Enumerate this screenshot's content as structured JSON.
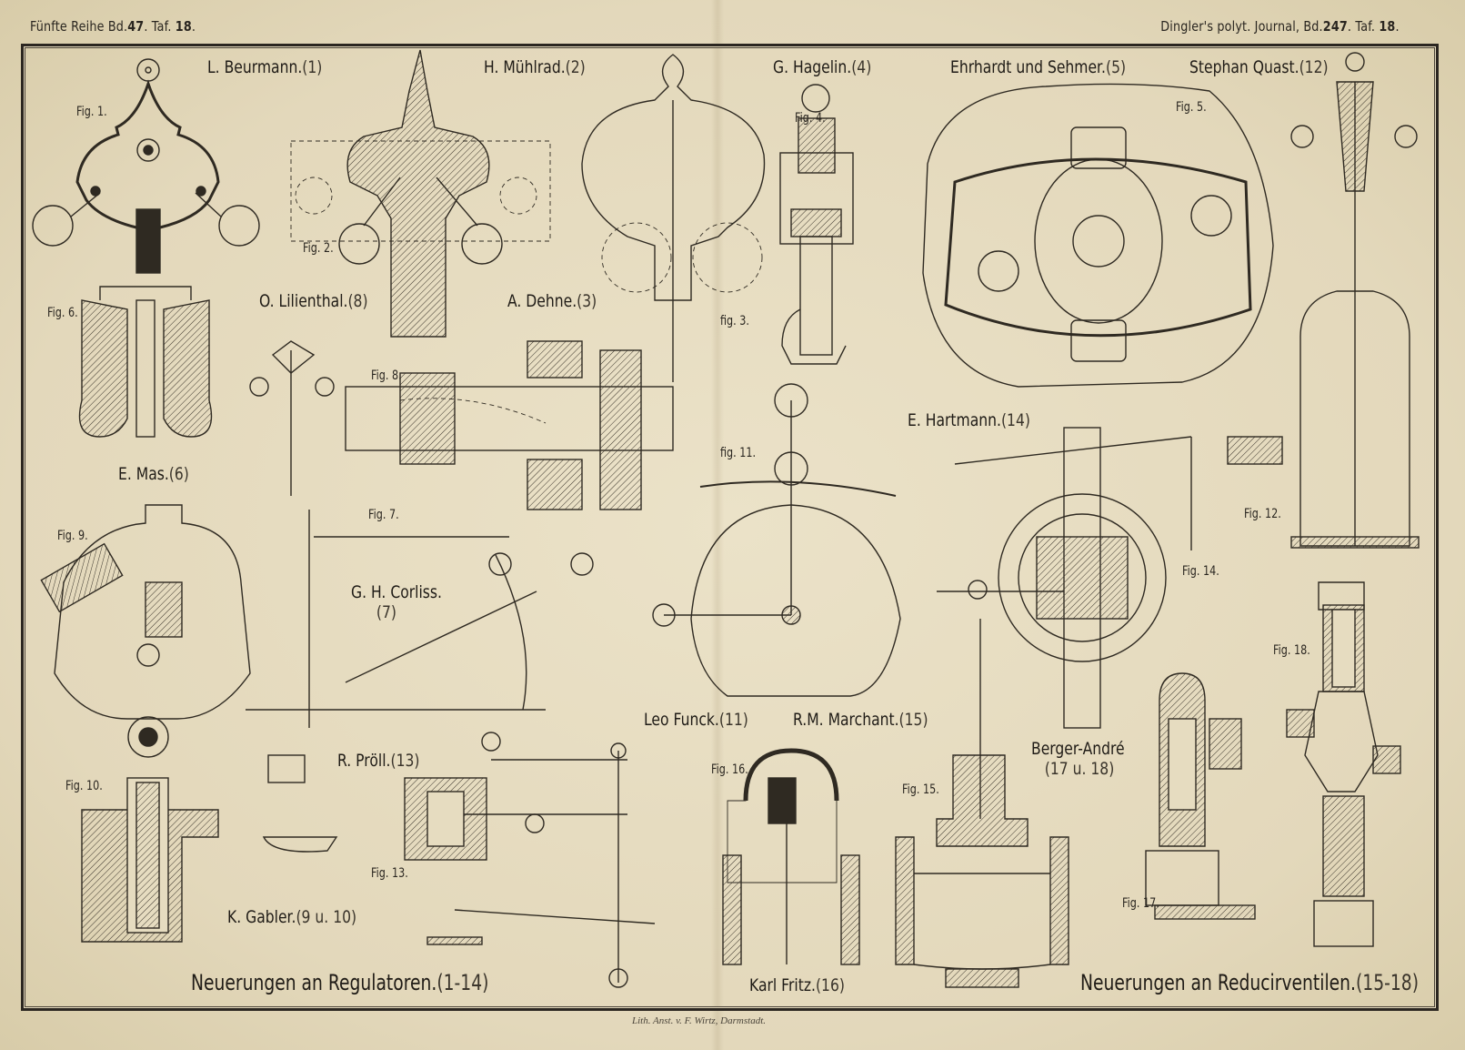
{
  "header": {
    "left": {
      "prefix": "Fünfte Reihe  Bd.",
      "volume": "47",
      "mid": ". Taf. ",
      "plate": "18",
      "suffix": "."
    },
    "right": {
      "prefix": "Dingler's  polyt. Journal, Bd.",
      "volume": "247",
      "mid": ". Taf. ",
      "plate": "18",
      "suffix": "."
    }
  },
  "inventors": [
    {
      "name": "L. Beurmann.",
      "ref": "(1)"
    },
    {
      "name": "H. Mühlrad.",
      "ref": "(2)"
    },
    {
      "name": "G. Hagelin.",
      "ref": "(4)"
    },
    {
      "name": "Ehrhardt und Sehmer.",
      "ref": "(5)"
    },
    {
      "name": "Stephan Quast.",
      "ref": "(12)"
    },
    {
      "name": "O. Lilienthal.",
      "ref": "(8)"
    },
    {
      "name": "A. Dehne.",
      "ref": "(3)"
    },
    {
      "name": "E. Hartmann.",
      "ref": "(14)"
    },
    {
      "name": "E. Mas.",
      "ref": "(6)"
    },
    {
      "name": "G. H. Corliss.",
      "ref": "(7)"
    },
    {
      "name": "Leo Funck.",
      "ref": "(11)"
    },
    {
      "name": "R.M. Marchant.",
      "ref": "(15)"
    },
    {
      "name": "Berger-André",
      "ref": "(17 u. 18)"
    },
    {
      "name": "R. Pröll.",
      "ref": "(13)"
    },
    {
      "name": "K. Gabler.",
      "ref": "(9 u. 10)"
    },
    {
      "name": "Karl Fritz.",
      "ref": "(16)"
    }
  ],
  "figures": [
    "Fig. 1.",
    "Fig. 2.",
    "fig. 3.",
    "Fig. 4.",
    "Fig. 5.",
    "Fig. 6.",
    "Fig. 7.",
    "Fig. 8.",
    "Fig. 9.",
    "Fig. 10.",
    "fig. 11.",
    "Fig. 12.",
    "Fig. 13.",
    "Fig. 14.",
    "Fig. 15.",
    "Fig. 16.",
    "Fig. 17.",
    "Fig. 18."
  ],
  "sections": {
    "regulators": {
      "title": "Neuerungen an Regulatoren.",
      "ref": "(1-14)"
    },
    "reducing_valves": {
      "title": "Neuerungen an Reducirventilen.",
      "ref": "(15-18)"
    }
  },
  "imprint": "Lith. Anst. v. F. Wirtz, Darmstadt."
}
